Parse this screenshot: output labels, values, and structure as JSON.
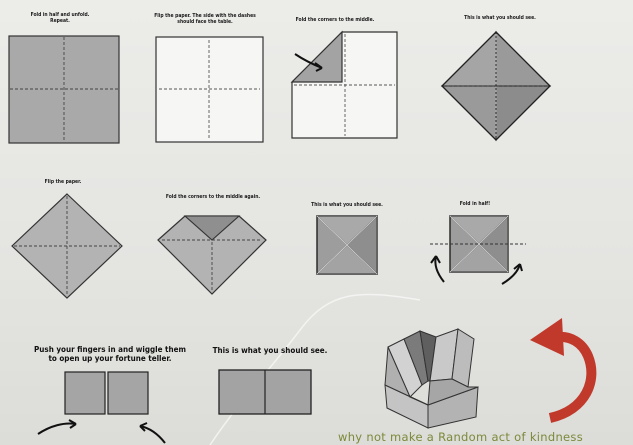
{
  "steps": [
    {
      "caption": "Fold in half and unfold.\nRepeat."
    },
    {
      "caption": "Flip the paper. The side with the dashes\nshould face the table."
    },
    {
      "caption": "Fold the corners to the middle."
    },
    {
      "caption": "This is what you should see."
    },
    {
      "caption": "Flip the paper."
    },
    {
      "caption": "Fold the corners to the middle again."
    },
    {
      "caption": "This is what you should see."
    },
    {
      "caption": "Fold in half!"
    },
    {
      "caption": "Push your fingers in and wiggle them\nto open up your fortune teller."
    },
    {
      "caption": "This is what you should see."
    }
  ],
  "footer_text": "why not make a Random act of kindness",
  "colors": {
    "paper_grey": "#a7a7a7",
    "paper_dark": "#8e8e8e",
    "paper_white": "#f6f6f4",
    "arrow_red": "#c0392b",
    "footer_green": "#7b8a3a"
  }
}
